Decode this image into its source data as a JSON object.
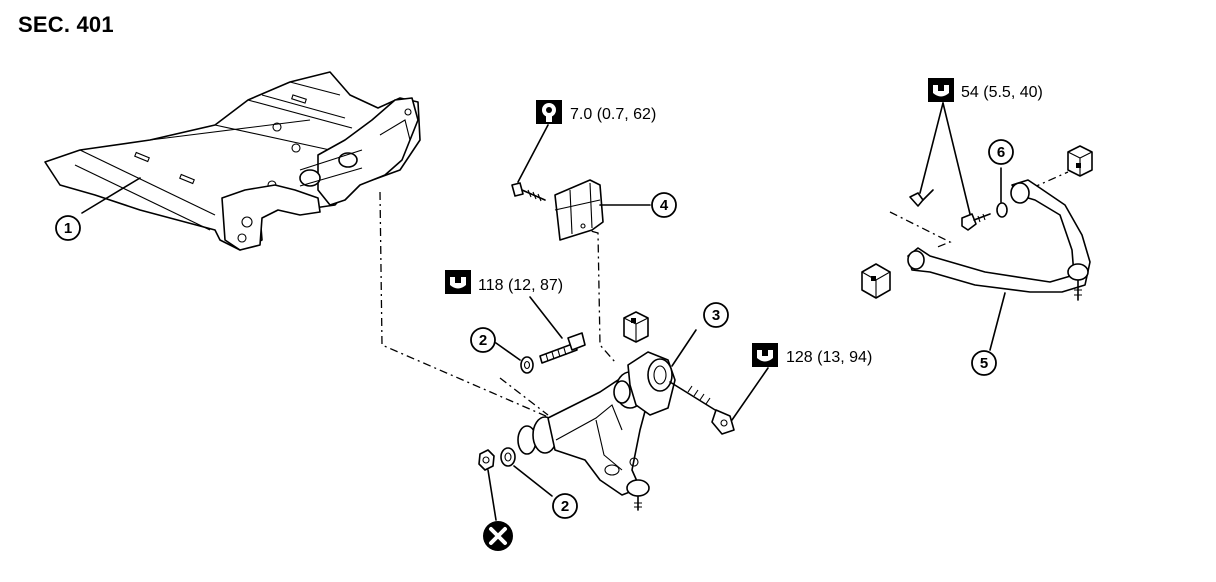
{
  "section_title": "SEC. 401",
  "part_numbers": {
    "p1": "1",
    "p2a": "2",
    "p2b": "2",
    "p3": "3",
    "p4": "4",
    "p5": "5",
    "p6": "6"
  },
  "torque_specs": {
    "t_bracket_bolt": "7.0 (0.7, 62)",
    "t_front_bolt": "118 (12, 87)",
    "t_rear_bolt": "128 (13, 94)",
    "t_upper_arm_bolts": "54 (5.5, 40)"
  },
  "icons": {
    "wrench_icon": "torque-wrench-icon",
    "bracket_wrench_icon": "torque-wrench-alt-icon",
    "do_not_reuse_icon": "do-not-reuse-icon"
  }
}
